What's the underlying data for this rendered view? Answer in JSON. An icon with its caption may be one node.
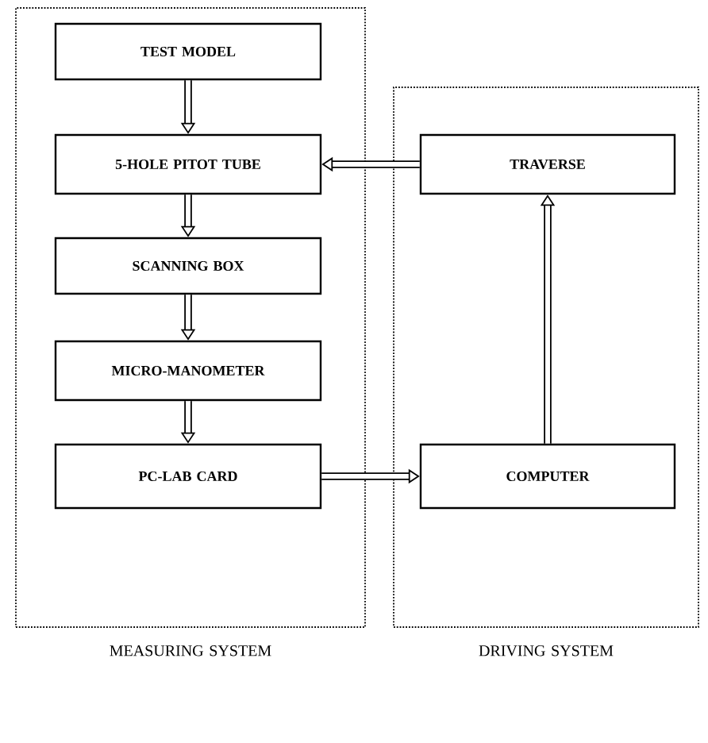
{
  "diagram": {
    "nodes": [
      {
        "text": [
          "MEASURING SYSTEM"
        ]
      },
      {
        "text": [
          "TEST MODEL"
        ],
        "in": 0
      },
      {
        "text": [
          "5-HOLE PITOT TUBE"
        ],
        "in": 0
      },
      {
        "text": [
          "SCANNING BOX"
        ],
        "in": 0
      },
      {
        "text": [
          "MICRO-MANOMETER"
        ],
        "in": 0
      },
      {
        "text": [
          "PC-LAB CARD"
        ],
        "in": 0
      },
      {
        "text": [
          "DRIVING SYSTEM"
        ]
      },
      {
        "text": [
          "TRAVERSE"
        ],
        "in": 6
      },
      {
        "text": [
          "COMPUTER"
        ],
        "in": 6
      }
    ],
    "edges": [
      {
        "from": 1,
        "to": 2,
        "arrow": "to"
      },
      {
        "from": 2,
        "to": 3,
        "arrow": "to"
      },
      {
        "from": 3,
        "to": 4,
        "arrow": "to"
      },
      {
        "from": 4,
        "to": 5,
        "arrow": "to"
      },
      {
        "from": 5,
        "to": 8,
        "arrow": "to"
      },
      {
        "from": 8,
        "to": 7,
        "arrow": "to"
      },
      {
        "from": 7,
        "to": 2,
        "arrow": "to"
      }
    ]
  }
}
